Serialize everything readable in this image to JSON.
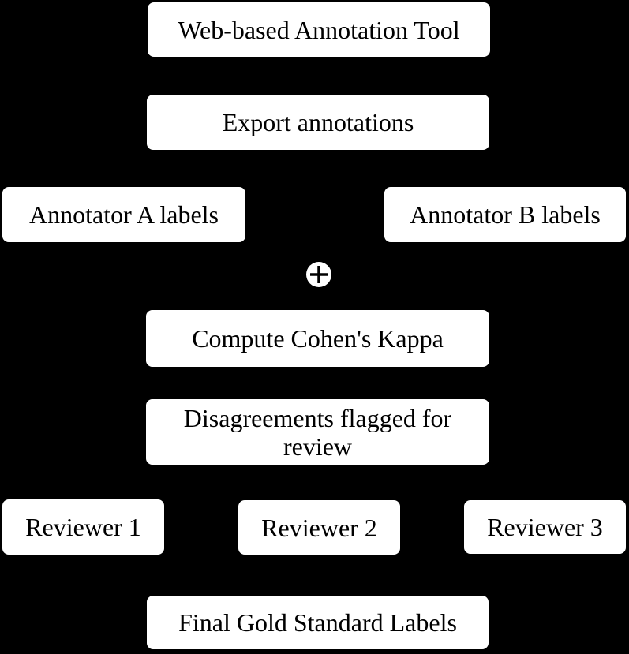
{
  "diagram": {
    "colors": {
      "background": "#000000",
      "node_fill": "#ffffff",
      "node_text": "#000000"
    },
    "nodes": {
      "annotation_tool": "Web-based Annotation Tool",
      "export_annotations": "Export annotations",
      "annotator_a": "Annotator A labels",
      "annotator_b": "Annotator B labels",
      "compute_kappa": "Compute Cohen's Kappa",
      "disagreements": "Disagreements flagged for review",
      "reviewer_1": "Reviewer 1",
      "reviewer_2": "Reviewer 2",
      "reviewer_3": "Reviewer 3",
      "final_labels": "Final Gold Standard Labels"
    },
    "icons": {
      "merge": "plus-circle-icon"
    }
  }
}
